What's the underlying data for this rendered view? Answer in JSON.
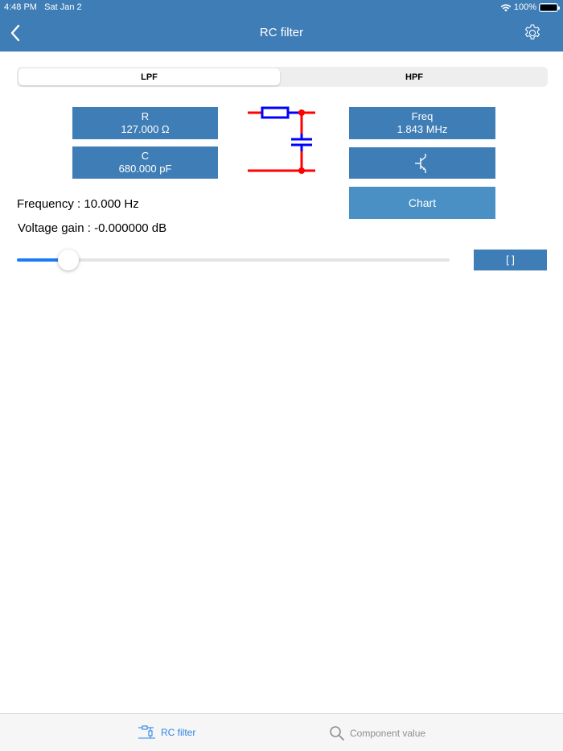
{
  "status_bar": {
    "time": "4:48 PM",
    "date": "Sat Jan 2",
    "battery": "100%"
  },
  "nav": {
    "title": "RC filter",
    "back_icon": "chevron-left-icon",
    "settings_icon": "gear-icon"
  },
  "segment": {
    "options": [
      {
        "label": "LPF",
        "selected": true
      },
      {
        "label": "HPF",
        "selected": false
      }
    ]
  },
  "components": {
    "r": {
      "label": "R",
      "value": "127.000 Ω"
    },
    "c": {
      "label": "C",
      "value": "680.000 pF"
    }
  },
  "circuit_icon": "rc-lowpass-circuit-diagram",
  "actions": {
    "freq": {
      "label": "Freq",
      "value": "1.843 MHz"
    },
    "transistor_icon": "transistor-icon",
    "chart_label": "Chart",
    "bracket_label": "[ ]"
  },
  "readouts": {
    "frequency": "Frequency : 10.000 Hz",
    "voltage_gain": "Voltage gain : -0.000000 dB"
  },
  "slider": {
    "position_percent": 12
  },
  "colors": {
    "primary": "#3f7db6",
    "chart_button": "#4a90c4",
    "slider_fill": "#1a7cf5",
    "wire_red": "#ff0000",
    "component_blue": "#0000ff",
    "tab_active": "#2f86e8",
    "tab_inactive": "#8e8e93"
  },
  "tabbar": {
    "items": [
      {
        "label": "RC filter",
        "icon": "rc-circuit-icon",
        "active": true
      },
      {
        "label": "Component value",
        "icon": "search-icon",
        "active": false
      }
    ]
  }
}
